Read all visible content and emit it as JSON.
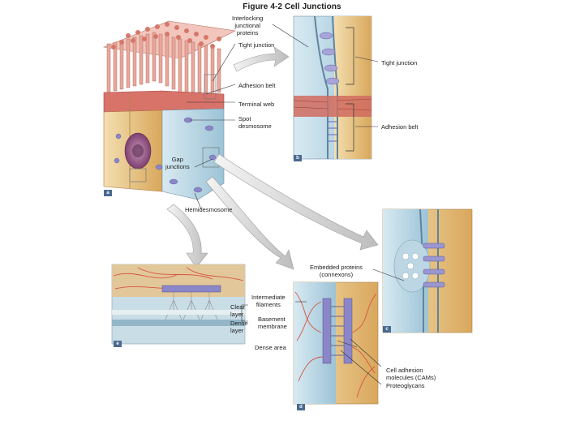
{
  "title": "Figure 4-2  Cell Junctions",
  "labels": {
    "interlocking": "Interlocking\njunctional\nproteins",
    "tight_junction_a": "Tight junction",
    "tight_junction_b": "Tight junction",
    "adhesion_belt_a": "Adhesion belt",
    "terminal_web": "Terminal web",
    "spot_desmosome": "Spot\ndesmosome",
    "adhesion_belt_b": "Adhesion belt",
    "gap_junctions": "Gap\njunctions",
    "hemidesmosome": "Hemidesmosome",
    "embedded_proteins": "Embedded proteins\n(connexons)",
    "intermediate_filaments": "Intermediate\nfilaments",
    "clear_layer": "Clear\nlayer",
    "dense_layer": "Dense\nlayer",
    "basement_membrane": "Basement\nmembrane",
    "dense_area": "Dense area",
    "cams": "Cell adhesion\nmolecules (CAMs)",
    "proteoglycans": "Proteoglycans"
  },
  "panels": {
    "a": "a",
    "b": "b",
    "c": "c",
    "d": "d",
    "e": "e"
  },
  "colors": {
    "tan": "#e9c98a",
    "orange": "#d8a35a",
    "membrane_blue": "#8fb8cf",
    "cell_blue": "#c6dde8",
    "muscle_red": "#c95a4a",
    "purple": "#8a86c8",
    "nucleus": "#9b5d8c"
  }
}
